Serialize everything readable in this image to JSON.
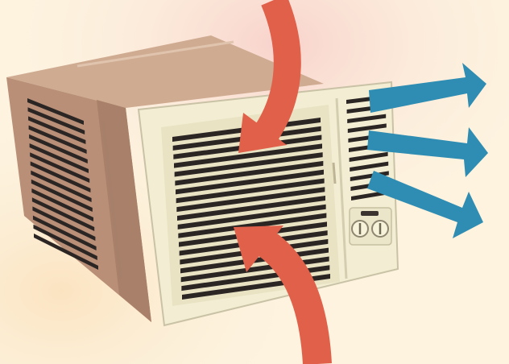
{
  "diagram": {
    "subject": "window-air-conditioner",
    "components": {
      "cabinet": "air-conditioner-cabinet",
      "side_vents": "side-vent-louvers",
      "front_grille": "front-intake-grille",
      "outlet_louvers": "outlet-louvers",
      "control_knobs": "control-knobs"
    },
    "arrows": {
      "intake": {
        "count": 2,
        "color": "#e0604a",
        "meaning": "air-in"
      },
      "outflow": {
        "count": 3,
        "color": "#2f8db3",
        "meaning": "air-out"
      }
    }
  },
  "colors": {
    "background": "#fdf3df",
    "background_glow": "#f9d7cf",
    "cabinet_top": "#cfab92",
    "cabinet_side": "#b98f78",
    "front_panel": "#f3eed3",
    "grille_slat": "#2b2624",
    "intake_arrow": "#e0604a",
    "outflow_arrow": "#2f8db3"
  }
}
